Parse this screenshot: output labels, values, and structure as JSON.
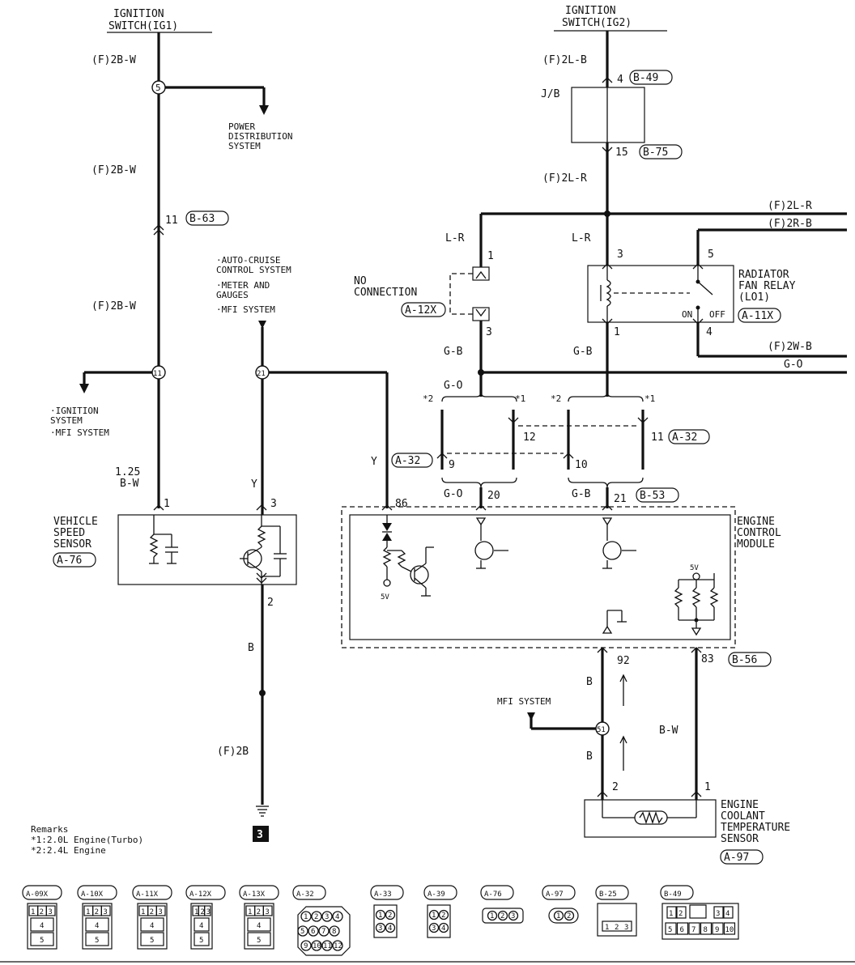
{
  "ignition_switch_ig1": {
    "line1": "IGNITION",
    "line2": "SWITCH(IG1)"
  },
  "ignition_switch_ig2": {
    "line1": "IGNITION",
    "line2": "SWITCH(IG2)"
  },
  "left_branch": {
    "wire_f2bw_1": "(F)2B-W",
    "wire_f2bw_2": "(F)2B-W",
    "wire_f2bw_3": "(F)2B-W",
    "splice_5": "5",
    "power_dist": [
      "POWER",
      "DISTRIBUTION",
      "SYSTEM"
    ],
    "pin_11": "11",
    "conn_b63": "B-63",
    "splice_11": "11",
    "ignition_system": [
      "·IGNITION",
      " SYSTEM",
      "·MFI SYSTEM"
    ],
    "wire_125": "1.25",
    "wire_bw": "B-W",
    "pin_1": "1"
  },
  "vss": {
    "name": [
      "VEHICLE",
      "SPEED",
      "SENSOR"
    ],
    "conn": "A-76",
    "pin_3": "3",
    "pin_2": "2",
    "wire_y": "Y",
    "wire_b": "B",
    "wire_f2b": "(F)2B"
  },
  "middle": {
    "targets": [
      "·AUTO-CRUISE",
      " CONTROL SYSTEM",
      "·METER AND",
      " GAUGES",
      "·MFI SYSTEM"
    ],
    "splice_21": "21",
    "wire_y": "Y",
    "pin_86": "86",
    "ground_num": "3"
  },
  "right_top": {
    "wire_f2lb": "(F)2L-B",
    "pin_4": "4",
    "conn_b49": "B-49",
    "jb": "J/B",
    "pin_15": "15",
    "conn_b75": "B-75",
    "wire_f2lr": "(F)2L-R",
    "out_f2lr": "(F)2L-R",
    "out_f2rb": "(F)2R-B",
    "wire_lr_left": "L-R",
    "wire_lr_right": "L-R",
    "pin_1": "1",
    "pin_3": "3",
    "pin_5": "5",
    "no_connection": [
      "NO",
      "CONNECTION"
    ],
    "conn_a12x": "A-12X",
    "pin_3b": "3",
    "pin_1b": "1",
    "relay_name": [
      "RADIATOR",
      "FAN RELAY",
      "(LO1)"
    ],
    "conn_a11x": "A-11X",
    "on": "ON",
    "off": "OFF",
    "wire_gb_left": "G-B",
    "wire_gb_right": "G-B",
    "out_f2wb": "(F)2W-B",
    "out_go": "G-O",
    "wire_go": "G-O"
  },
  "joint": {
    "star2_left": "*2",
    "star1_left": "*1",
    "star2_right": "*2",
    "star1_right": "*1",
    "pin_12": "12",
    "pin_11": "11",
    "conn_a32_right": "A-32",
    "conn_a32_left": "A-32",
    "pin_9": "9",
    "pin_10": "10",
    "wire_go": "G-O",
    "pin_20": "20",
    "wire_gb": "G-B",
    "pin_21": "21",
    "conn_b53": "B-53"
  },
  "ecm": {
    "name": [
      "ENGINE",
      "CONTROL",
      "MODULE"
    ],
    "v5_left": "5V",
    "v5_right": "5V",
    "pin_92": "92",
    "pin_83": "83",
    "conn_b56": "B-56"
  },
  "ect": {
    "mfi_system": "MFI SYSTEM",
    "splice_51": "51",
    "wire_b_top": "B",
    "wire_b_bottom": "B",
    "wire_bw": "B-W",
    "pin_2": "2",
    "pin_1": "1",
    "name": [
      "ENGINE",
      "COOLANT",
      "TEMPERATURE",
      "SENSOR"
    ],
    "conn": "A-97"
  },
  "remarks": {
    "title": "Remarks",
    "line1": "*1:2.0L Engine(Turbo)",
    "line2": "*2:2.4L Engine"
  },
  "connector_legend": [
    {
      "id": "A-09X",
      "pins": [
        "1",
        "2",
        "3",
        "4",
        "5"
      ]
    },
    {
      "id": "A-10X",
      "pins": [
        "1",
        "2",
        "3",
        "4",
        "5"
      ]
    },
    {
      "id": "A-11X",
      "pins": [
        "1",
        "2",
        "3",
        "4",
        "5"
      ]
    },
    {
      "id": "A-12X",
      "pins": [
        "1",
        "2",
        "3",
        "4",
        "5"
      ]
    },
    {
      "id": "A-13X",
      "pins": [
        "1",
        "2",
        "3",
        "4",
        "5"
      ]
    },
    {
      "id": "A-32",
      "pins": [
        "1",
        "2",
        "3",
        "4",
        "5",
        "6",
        "7",
        "8",
        "9",
        "10",
        "11",
        "12"
      ]
    },
    {
      "id": "A-33",
      "pins": [
        "1",
        "2",
        "3",
        "4"
      ]
    },
    {
      "id": "A-39",
      "pins": [
        "1",
        "2",
        "3",
        "4"
      ]
    },
    {
      "id": "A-76",
      "pins": [
        "1",
        "2",
        "3"
      ]
    },
    {
      "id": "A-97",
      "pins": [
        "1",
        "2"
      ]
    },
    {
      "id": "B-25",
      "pins": [
        "1",
        "2",
        "3"
      ]
    },
    {
      "id": "B-49",
      "pins": [
        "1",
        "2",
        "3",
        "4",
        "5",
        "6",
        "7",
        "8",
        "9",
        "10"
      ]
    }
  ]
}
